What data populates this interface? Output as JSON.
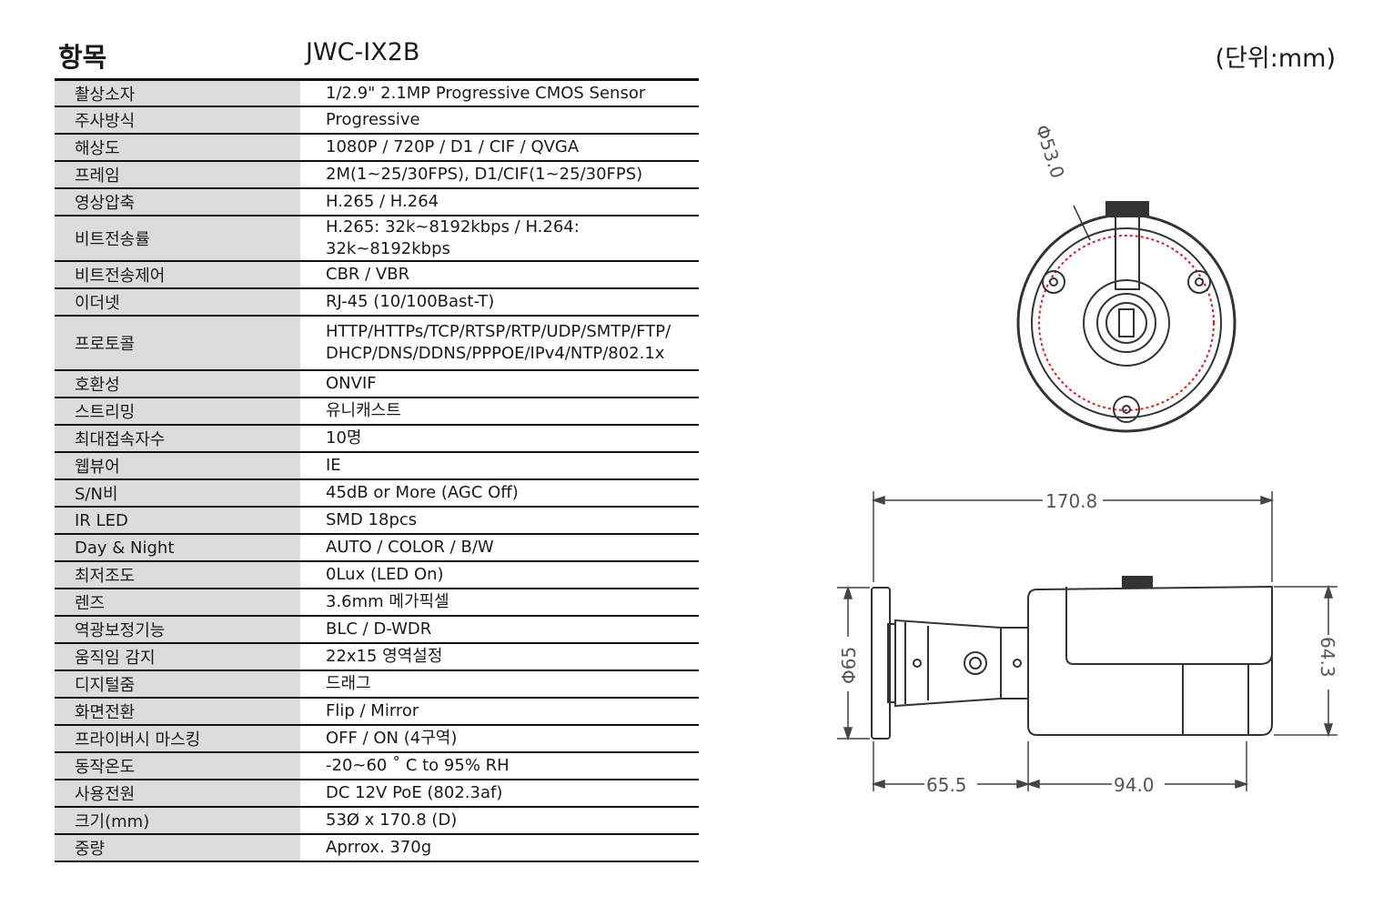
{
  "header": {
    "item_label": "항목",
    "model": "JWC-IX2B",
    "unit": "(단위:mm)"
  },
  "specs": [
    {
      "label": "촬상소자",
      "value": "1/2.9\" 2.1MP Progressive CMOS Sensor"
    },
    {
      "label": "주사방식",
      "value": "Progressive"
    },
    {
      "label": "해상도",
      "value": "1080P / 720P / D1 / CIF / QVGA"
    },
    {
      "label": "프레임",
      "value": "2M(1~25/30FPS), D1/CIF(1~25/30FPS)"
    },
    {
      "label": "영상압축",
      "value": "H.265 / H.264"
    },
    {
      "label": "비트전송률",
      "value": "H.265: 32k~8192kbps / H.264: 32k~8192kbps"
    },
    {
      "label": "비트전송제어",
      "value": "CBR / VBR"
    },
    {
      "label": "이더넷",
      "value": "RJ-45 (10/100Bast-T)"
    },
    {
      "label": "프로토콜",
      "value": "HTTP/HTTPs/TCP/RTSP/RTP/UDP/SMTP/FTP/\nDHCP/DNS/DDNS/PPPOE/IPv4/NTP/802.1x"
    },
    {
      "label": "호환성",
      "value": "ONVIF"
    },
    {
      "label": "스트리밍",
      "value": "유니캐스트"
    },
    {
      "label": "최대접속자수",
      "value": "10명"
    },
    {
      "label": "웹뷰어",
      "value": "IE"
    },
    {
      "label": "S/N비",
      "value": "45dB or More (AGC Off)"
    },
    {
      "label": "IR LED",
      "value": "SMD 18pcs"
    },
    {
      "label": "Day & Night",
      "value": "AUTO / COLOR / B/W"
    },
    {
      "label": "최저조도",
      "value": "0Lux (LED On)"
    },
    {
      "label": "렌즈",
      "value": "3.6mm 메가픽셀"
    },
    {
      "label": "역광보정기능",
      "value": "BLC / D-WDR"
    },
    {
      "label": "움직임 감지",
      "value": "22x15 영역설정"
    },
    {
      "label": "디지털줌",
      "value": "드래그"
    },
    {
      "label": "화면전환",
      "value": "Flip / Mirror"
    },
    {
      "label": "프라이버시 마스킹",
      "value": "OFF / ON (4구역)"
    },
    {
      "label": "동작온도",
      "value": "-20~60 ˚ C to 95% RH"
    },
    {
      "label": "사용전원",
      "value": "DC 12V PoE (802.3af)"
    },
    {
      "label": "크기(mm)",
      "value": "53Ø x 170.8 (D)"
    },
    {
      "label": "중량",
      "value": "Aprrox. 370g"
    }
  ],
  "drawing": {
    "front_diameter": "Φ53.0",
    "total_length": "170.8",
    "mount_diameter": "Φ65",
    "body_height": "64.3",
    "mount_length": "65.5",
    "body_length": "94.0"
  }
}
